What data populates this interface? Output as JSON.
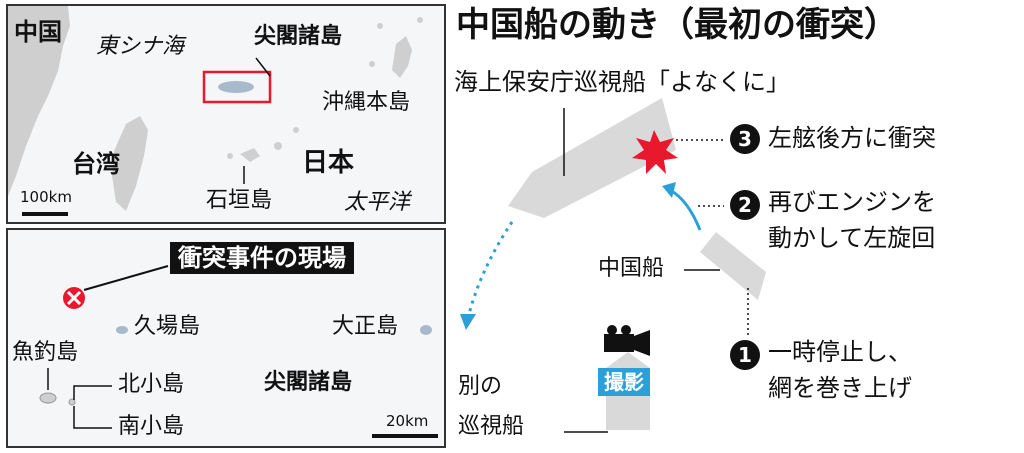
{
  "top_map": {
    "label_china": "中国",
    "label_east_china_sea": "東シナ海",
    "label_senkaku": "尖閣諸島",
    "label_okinawa": "沖縄本島",
    "label_taiwan": "台湾",
    "label_japan": "日本",
    "label_ishigaki": "石垣島",
    "label_pacific": "太平洋",
    "scale_label": "100km"
  },
  "detail_map": {
    "incident_label": "衝突事件の現場",
    "label_uotsuri": "魚釣島",
    "label_kuba": "久場島",
    "label_taisho": "大正島",
    "label_kitako": "北小島",
    "label_minamiko": "南小島",
    "label_senkaku": "尖閣諸島",
    "scale_label": "20km"
  },
  "diagram": {
    "title": "中国船の動き（最初の衝突）",
    "coast_guard_label": "海上保安庁巡視船「よなくに」",
    "chinese_ship_label": "中国船",
    "other_patrol_label_line1": "別の",
    "other_patrol_label_line2": "巡視船",
    "filming_label": "撮影",
    "steps": [
      {
        "number": "3",
        "text_line1": "左舷後方に衝突",
        "text_line2": ""
      },
      {
        "number": "2",
        "text_line1": "再びエンジンを",
        "text_line2": "動かして左旋回"
      },
      {
        "number": "1",
        "text_line1": "一時停止し、",
        "text_line2": "網を巻き上げ"
      }
    ]
  },
  "colors": {
    "ship_gray": "#d9d9d9",
    "land_gray": "#cfcfcf",
    "arrow_blue": "#2a9fd8",
    "collision_red": "#e8192c",
    "label_bg_black": "#111111",
    "filming_bg": "#2a9fd8"
  }
}
